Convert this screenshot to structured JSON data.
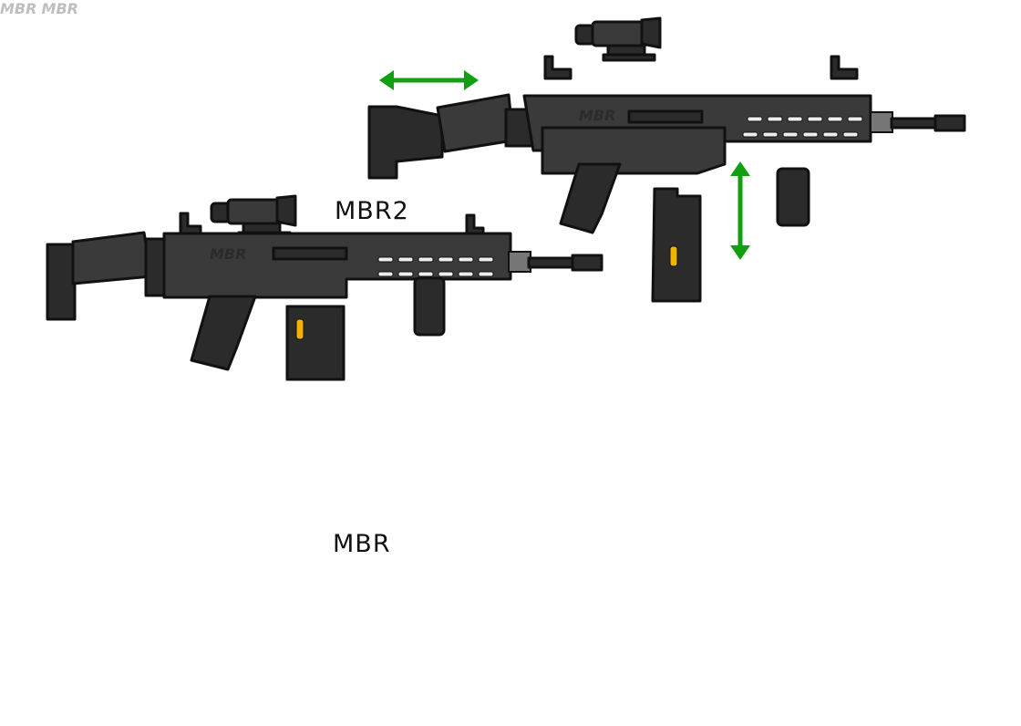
{
  "labels": {
    "mbr2": "MBR2",
    "mbr": "MBR"
  },
  "embossed_logo": "MBR",
  "colors": {
    "black_finish": "#3a3a3a",
    "tan_finish": "#9c7a57",
    "arrow_green": "#11a011"
  },
  "icons": [
    "horizontal-double-arrow-icon",
    "vertical-double-arrow-icon",
    "optic-icon",
    "iron-sight-icon"
  ]
}
